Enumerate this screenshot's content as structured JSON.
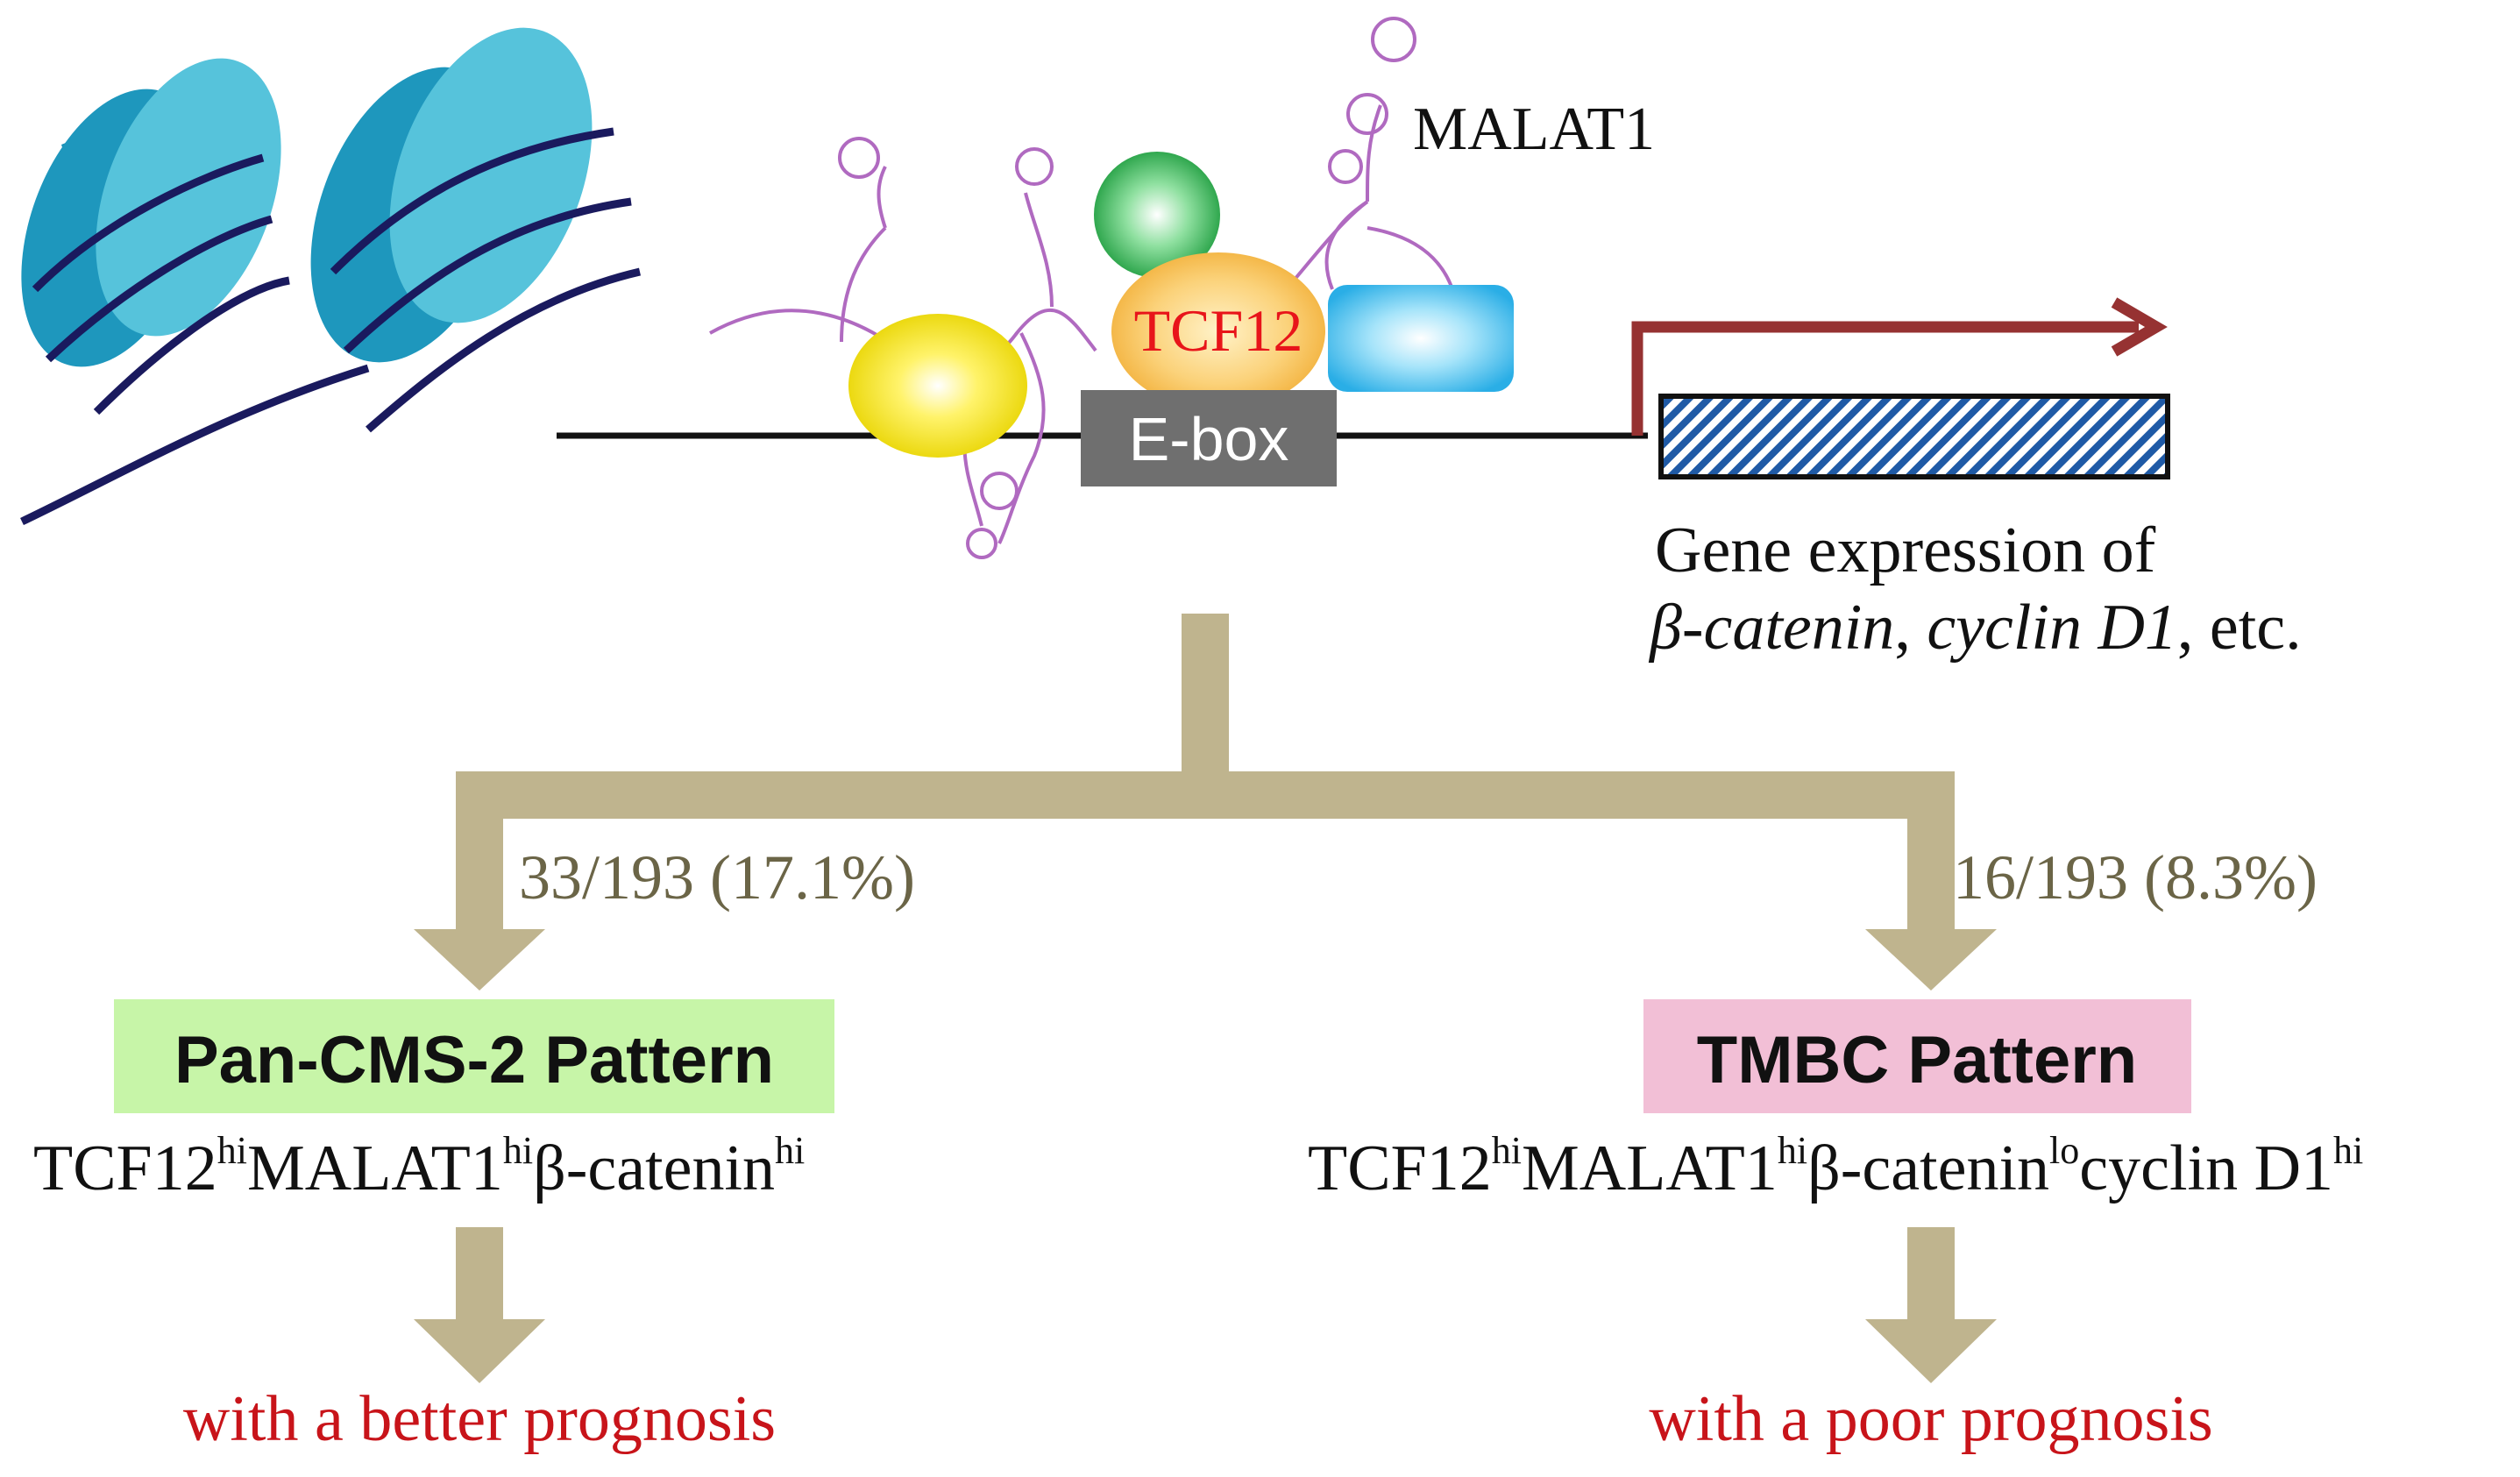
{
  "top": {
    "malat1_label": "MALAT1",
    "tcf12_label": "TCF12",
    "ebox_label": "E-box",
    "gene_expression_line1": "Gene expression of",
    "gene_expression_line2": {
      "beta_catenin": "β-catenin",
      "sep1": ", ",
      "cyclin": "cyclin D1",
      "sep2": ", etc."
    }
  },
  "left_branch": {
    "fraction": "33/193 (17.1%)",
    "pattern_title": "Pan-CMS-2 Pattern",
    "signature": [
      {
        "t": "TCF12",
        "sup": false
      },
      {
        "t": "hi",
        "sup": true
      },
      {
        "t": "MALAT1",
        "sup": false
      },
      {
        "t": "hi",
        "sup": true
      },
      {
        "t": "β-catenin",
        "sup": false
      },
      {
        "t": "hi",
        "sup": true
      }
    ],
    "outcome": "with a better prognosis"
  },
  "right_branch": {
    "fraction": "16/193 (8.3%)",
    "pattern_title": "TMBC Pattern",
    "signature": [
      {
        "t": "TCF12",
        "sup": false
      },
      {
        "t": "hi",
        "sup": true
      },
      {
        "t": "MALAT1",
        "sup": false
      },
      {
        "t": "hi",
        "sup": true
      },
      {
        "t": "β-catenin",
        "sup": false
      },
      {
        "t": "lo",
        "sup": true
      },
      {
        "t": "cyclin D1",
        "sup": false
      },
      {
        "t": "hi",
        "sup": true
      }
    ],
    "outcome": "with a poor prognosis"
  },
  "colors": {
    "nucleosome": "#2aa5c7",
    "nucleosome_top": "#5ec8dc",
    "dna_wrap": "#1a1a5e",
    "rna": "#b06ac0",
    "green_protein": "#2fb050",
    "yellow_protein": "#f2e600",
    "tcf12_fill": "#f9c35a",
    "tcf12_text": "#e8141a",
    "blue_protein": "#2fb4ea",
    "ebox_fill": "#6f6f6f",
    "promoter_arrow": "#963232",
    "gene_box": "#1f5aa6",
    "branch_arrow": "#bfb48e",
    "fraction_text": "#6b6547",
    "pan_cms2_bg": "#c7f5a8",
    "tmbc_bg": "#f2bfd6",
    "outcome_text": "#c8141a"
  }
}
